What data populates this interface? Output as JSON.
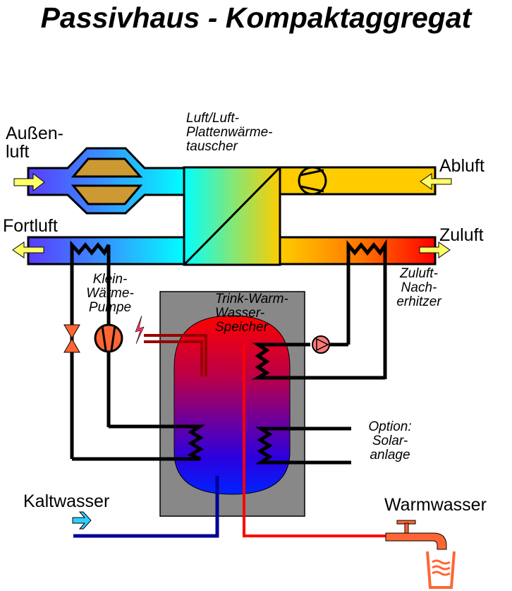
{
  "title": "Passivhaus - Kompaktaggregat",
  "labels": {
    "aussenluft": [
      "Außen-",
      "luft"
    ],
    "fortluft": "Fortluft",
    "abluft": "Abluft",
    "zuluft": "Zuluft",
    "waermetauscher": [
      "Luft/Luft-",
      "Plattenwärme-",
      "tauscher"
    ],
    "waermepumpe": [
      "Klein-",
      "Wärme-",
      "Pumpe"
    ],
    "speicher": [
      "Trink-Warm-",
      "Wasser-",
      "Speicher"
    ],
    "nacherhitzer": [
      "Zuluft-",
      "Nach-",
      "erhitzer"
    ],
    "solar": [
      "Option:",
      "Solar-",
      "anlage"
    ],
    "kaltwasser": "Kaltwasser",
    "warmwasser": "Warmwasser"
  },
  "colors": {
    "outdoor_air": "#5a3cff",
    "cold_air": "#00ffff",
    "warm_air": "#ffcc00",
    "supply_air": "#ff0000",
    "filter": "#cc9933",
    "tank_casing": "#888888",
    "tank_hot": "#ff0000",
    "tank_cold": "#0000ff",
    "cold_water_pipe": "#000099",
    "hot_water_pipe": "#ff0000",
    "heat_pump": "#ff6633",
    "pump": "#ff7a7a",
    "arrow_air": "#ffff66",
    "arrow_water": "#33ccff",
    "electric_heater": "#990000"
  }
}
